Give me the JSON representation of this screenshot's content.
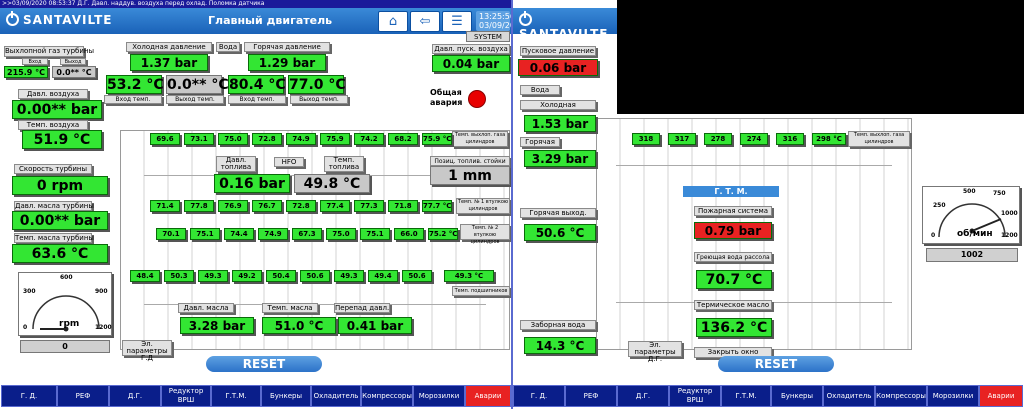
{
  "alarm_text": ">>03/09/2020 08:53:37 Д.Г. Давл. наддув. воздуха перед охлад. Поломка датчика",
  "left": {
    "brand": "SANTAVILTE",
    "title": "Главный двигатель",
    "clock_time": "13:25:56",
    "clock_date": "03/09/2020",
    "system_label": "SYSTEM",
    "exhaust_label": "Выхлопной газ турбины",
    "inlet_label": "Вход",
    "outlet_label": "Выход",
    "exhaust_in": "215.9 °C",
    "exhaust_out": "0.0** °C",
    "air_pressure_label": "Давл. воздуха",
    "air_pressure": "0.00** bar",
    "air_temp_label": "Темп. воздуха",
    "air_temp": "51.9 °C",
    "turbine_speed_label": "Скорость турбины",
    "turbine_speed": "0 rpm",
    "turbine_oil_p_label": "Давл. масла турбины",
    "turbine_oil_p": "0.00** bar",
    "turbine_oil_t_label": "Темп. масла турбины",
    "turbine_oil_t": "63.6 °C",
    "gauge_unit": "rpm",
    "gauge_ticks": [
      "0",
      "300",
      "600",
      "900",
      "1200"
    ],
    "gauge_value": "0",
    "cold_pressure_label": "Холодная давление",
    "water_label": "Вода",
    "hot_pressure_label": "Горячая давление",
    "cold_pressure": "1.37 bar",
    "hot_pressure": "1.29 bar",
    "cold_in": "53.2 °C",
    "cold_out": "0.0** °C",
    "hot_in": "80.4 °C",
    "hot_out": "77.0 °C",
    "in_temp_label": "Вход темп.",
    "out_temp_label": "Выход темп.",
    "start_air_label": "Давл. пуск. воздуха",
    "start_air": "0.04 bar",
    "general_alarm": "Общая авария",
    "cyl_temps_top": [
      "69.6",
      "73.1",
      "75.0",
      "72.8",
      "74.9",
      "75.9",
      "74.2",
      "68.2",
      "75.9 °C"
    ],
    "exh_cyl_label": "Темп. выхлоп. газа цилиндров",
    "fuel_p_label": "Давл. топлива",
    "hfo_label": "HFO",
    "fuel_t_label": "Темп. топлива",
    "fuel_pos_label": "Позиц. топлив. стойки",
    "fuel_p": "0.16 bar",
    "fuel_t": "49.8 °C",
    "fuel_pos": "1 mm",
    "row2": [
      "71.4",
      "77.8",
      "76.9",
      "76.7",
      "72.8",
      "77.4",
      "77.3",
      "71.8",
      "77.7 °C"
    ],
    "row2_label": "Темп. № 1 втулкою цилиндров",
    "row3": [
      "70.1",
      "75.1",
      "74.4",
      "74.9",
      "67.3",
      "75.0",
      "75.1",
      "66.0",
      "75.2 °C"
    ],
    "row3_label": "Темп. № 2 втулкою цилиндров",
    "row4": [
      "48.4",
      "50.3",
      "49.3",
      "49.2",
      "50.4",
      "50.6",
      "49.3",
      "49.4",
      "50.6",
      "49.3 °C"
    ],
    "row4_label": "Темп. подшипников",
    "oil_p_label": "Давл. масла",
    "oil_t_label": "Темп. масла",
    "oil_diff_label": "Перепад давл.",
    "oil_p": "3.28 bar",
    "oil_t": "51.0 °C",
    "oil_diff": "0.41 bar",
    "el_params": "Эл. параметры Г.Д"
  },
  "right": {
    "brand": "SANTAVILTE",
    "start_p_label": "Пусковое давление",
    "start_p": "0.06 bar",
    "water_label": "Вода",
    "cold_label": "Холодная",
    "cold": "1.53 bar",
    "hot_label": "Горячая",
    "hot": "3.29 bar",
    "hot_out_label": "Горячая выход.",
    "hot_out": "50.6 °C",
    "intake_label": "Заборная вода",
    "intake": "14.3 °C",
    "cyl_temps": [
      "318",
      "317",
      "278",
      "274",
      "316",
      "298 °C"
    ],
    "exh_label": "Темп. выхлоп. газа цилиндров",
    "gtm_title": "Г. Т. М.",
    "fire_label": "Пожарная система",
    "fire": "0.79 bar",
    "heat_label": "Греющая вода рассола",
    "heat": "70.7 °C",
    "thermo_label": "Термическое масло",
    "thermo": "136.2 °C",
    "close_window": "Закрыть окно",
    "el_params": "Эл. параметры Д.Г.",
    "gauge_unit": "об/мин",
    "gauge_ticks": [
      "0",
      "250",
      "500",
      "750",
      "1000",
      "1200"
    ],
    "gauge_value": "1002"
  },
  "reset": "RESET",
  "nav": [
    "Г. Д.",
    "РЕФ",
    "Д.Г.",
    "Редуктор ВРШ",
    "Г.Т.М.",
    "Бункеры",
    "Охладитель",
    "Компрессоры",
    "Морозилки",
    "Аварии"
  ],
  "colors": {
    "value_green": "#33e633",
    "alarm_red": "#e82222",
    "header_blue": "#1a62b8",
    "nav_blue": "#0a1e8a"
  }
}
